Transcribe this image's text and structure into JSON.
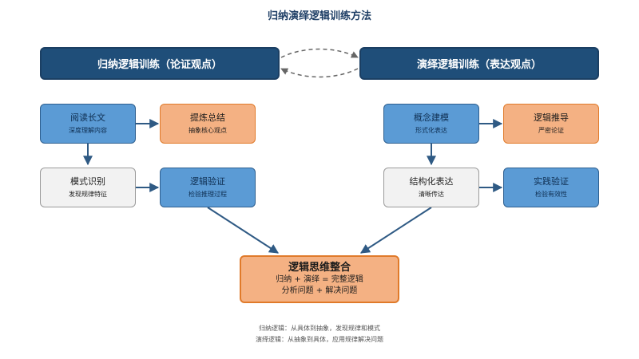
{
  "title": "归纳演绎逻辑训练方法",
  "headers": {
    "left": "归纳逻辑训练（论证观点）",
    "right": "演绎逻辑训练（表达观点）"
  },
  "left": {
    "read": {
      "title": "阅读长文",
      "sub": "深度理解内容"
    },
    "extract": {
      "title": "提炼总结",
      "sub": "抽象核心观点"
    },
    "pattern": {
      "title": "模式识别",
      "sub": "发现规律特征"
    },
    "verify": {
      "title": "逻辑验证",
      "sub": "检验推理过程"
    }
  },
  "right": {
    "concept": {
      "title": "概念建模",
      "sub": "形式化表达"
    },
    "reason": {
      "title": "逻辑推导",
      "sub": "严密论证"
    },
    "structure": {
      "title": "结构化表达",
      "sub": "清晰传达"
    },
    "practice": {
      "title": "实践验证",
      "sub": "检验有效性"
    }
  },
  "final": {
    "title": "逻辑思维整合",
    "line1": "归纳 + 演绎 = 完整逻辑",
    "line2": "分析问题 + 解决问题"
  },
  "notes": {
    "line1": "归纳逻辑：从具体到抽象，发现规律和模式",
    "line2": "演绎逻辑：从抽象到具体，应用规律解决问题"
  },
  "colors": {
    "header": "#1f4e79",
    "blue": "#5b9bd5",
    "orange": "#f4b183",
    "gray": "#f2f2f2",
    "arrow": "#2f5a84"
  }
}
